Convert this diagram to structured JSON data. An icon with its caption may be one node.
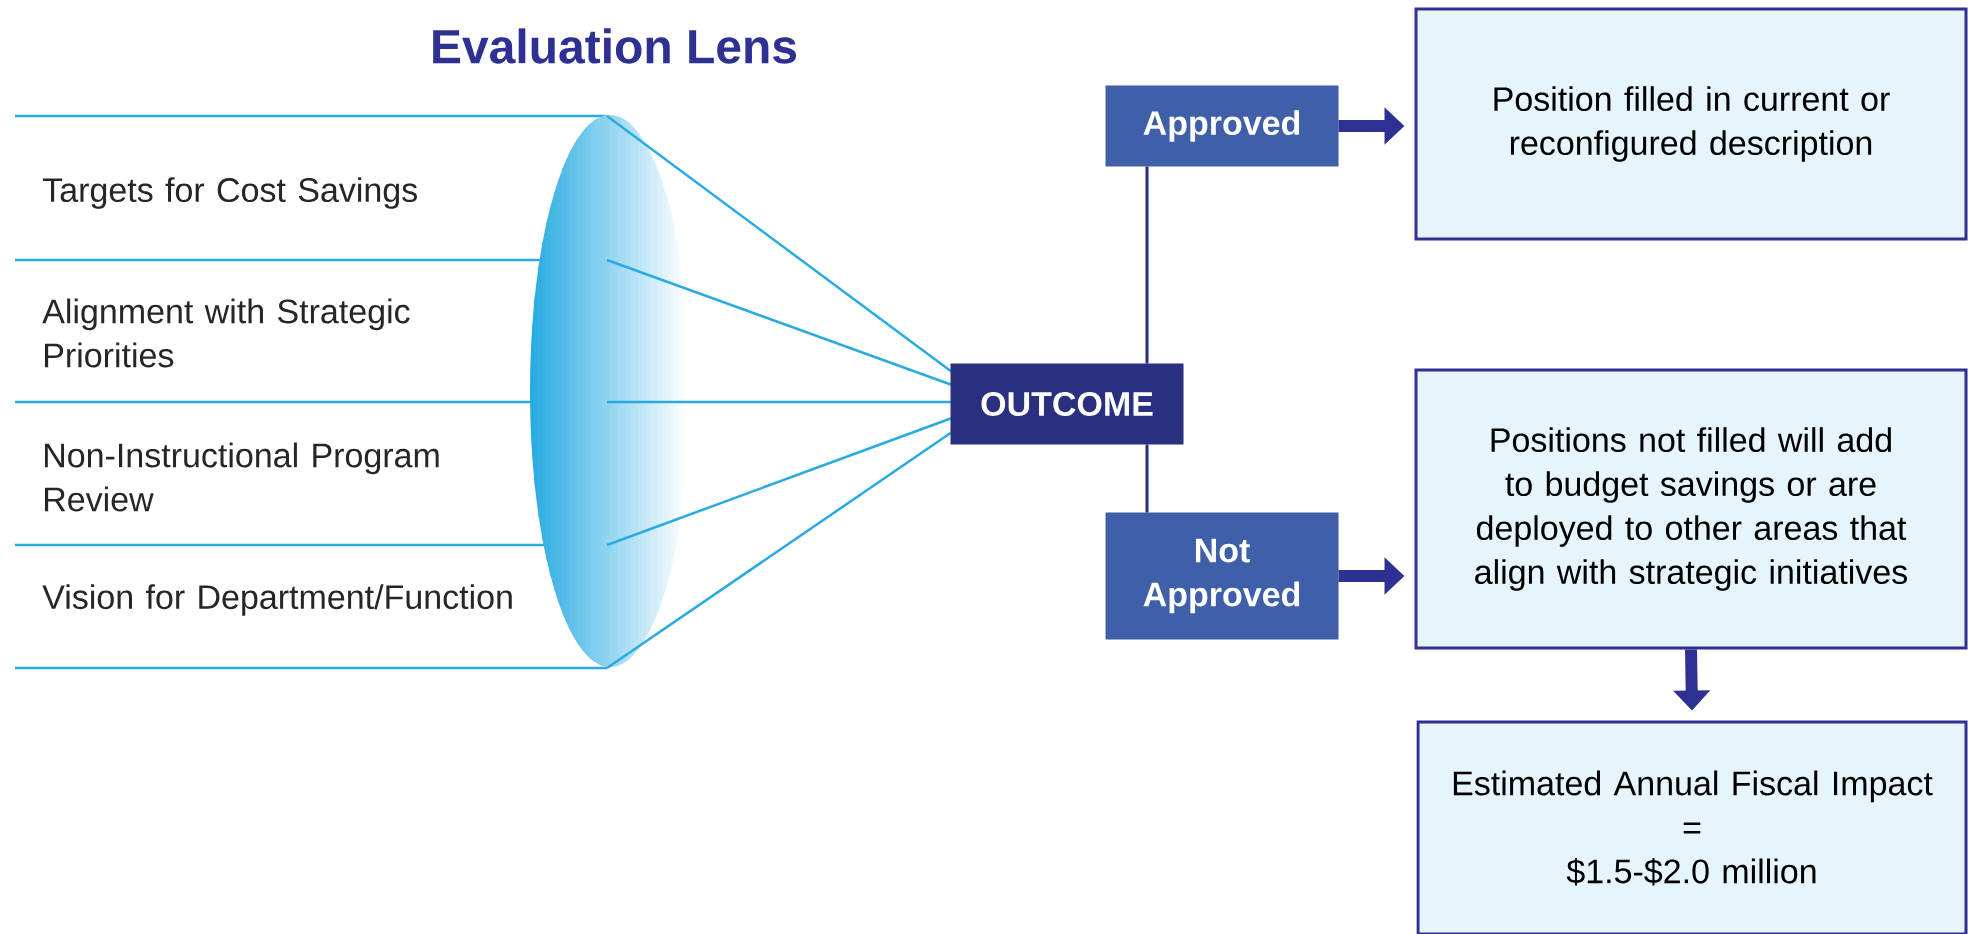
{
  "diagram": {
    "title": "Evaluation Lens",
    "nodes": [
      {
        "text": [
          "OUTCOME"
        ]
      },
      {
        "text": [
          "Approved"
        ]
      },
      {
        "text": [
          "Not Approved"
        ]
      },
      {
        "text": [
          "Position filled in current or reconfigured description"
        ]
      },
      {
        "text": [
          "Positions not filled will add to budget savings or are deployed to other areas that align with strategic initiatives"
        ]
      },
      {
        "text": [
          "Estimated Annual Fiscal Impact",
          "=",
          "$1.5-$2.0 million"
        ]
      }
    ],
    "edges": [
      {
        "from": 0,
        "to": 1,
        "arrow": "none"
      },
      {
        "from": 0,
        "to": 2,
        "arrow": "none"
      },
      {
        "from": 1,
        "to": 3,
        "arrow": "to"
      },
      {
        "from": 2,
        "to": 4,
        "arrow": "to"
      },
      {
        "from": 4,
        "to": 5,
        "arrow": "to"
      }
    ],
    "labels": [
      "Targets for Cost Savings",
      "Alignment with Strategic Priorities",
      "Non-Instructional Program Review",
      "Vision for Department/Function"
    ]
  }
}
